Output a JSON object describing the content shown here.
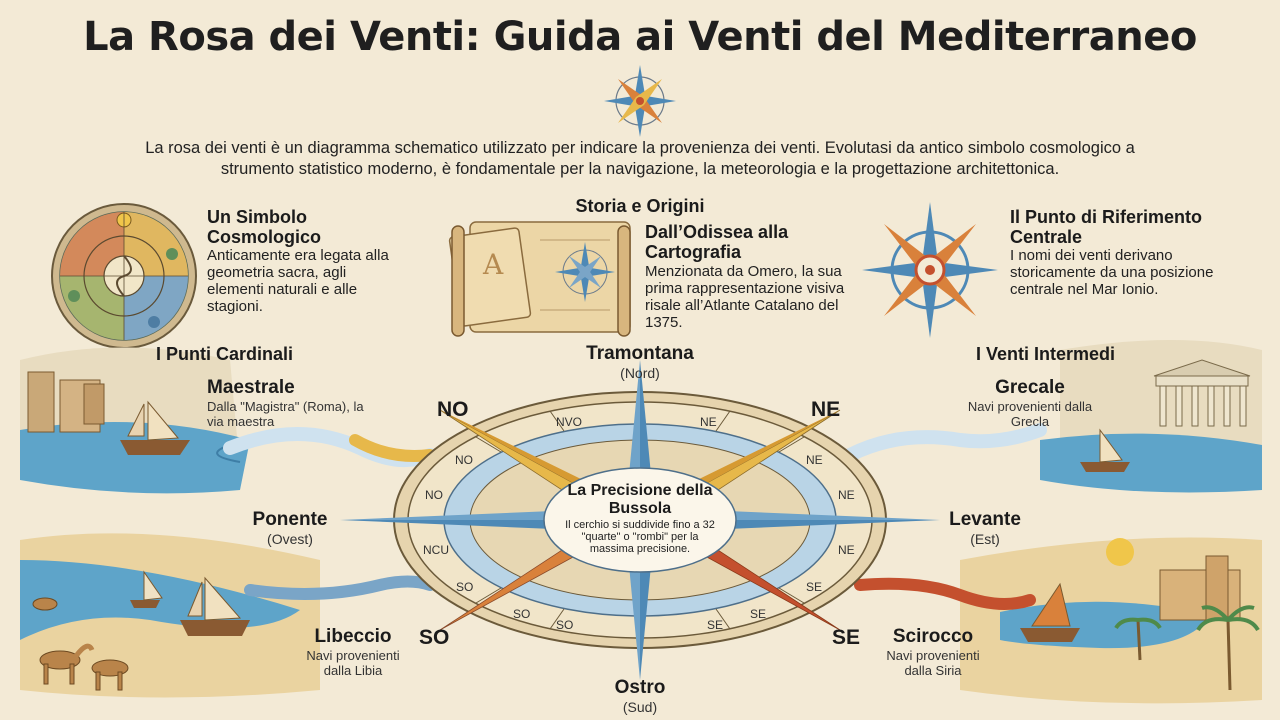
{
  "title": "La Rosa dei Venti: Guida ai Venti del Mediterraneo",
  "intro": "La rosa dei venti è un diagramma schematico utilizzato per indicare la provenienza dei venti. Evolutasi da antico simbolo cosmologico a strumento statistico moderno, è fondamentale per la navigazione, la meteorologia e la progettazione architettonica.",
  "sections": {
    "cosmo": {
      "title": "Un Simbolo Cosmologico",
      "text": "Anticamente era legata alla geometria sacra, agli elementi naturali e alle stagioni."
    },
    "history": {
      "heading": "Storia e Origini",
      "title": "Dall’Odissea alla Cartografia",
      "text": "Menzionata da Omero, la sua prima rappresentazione visiva risale all’Atlante Catalano del 1375."
    },
    "reference": {
      "title": "Il Punto di Riferimento Centrale",
      "text": "I nomi dei venti derivano storicamente da una posizione centrale nel Mar Ionio."
    },
    "cardinal": {
      "title": "I Punti Cardinali"
    },
    "intermediate": {
      "title": "I Venti Intermedi"
    }
  },
  "winds": {
    "tramontana": {
      "name": "Tramontana",
      "dir": "(Nord)"
    },
    "ostro": {
      "name": "Ostro",
      "dir": "(Sud)"
    },
    "ponente": {
      "name": "Ponente",
      "dir": "(Ovest)"
    },
    "levante": {
      "name": "Levante",
      "dir": "(Est)"
    },
    "maestrale": {
      "name": "Maestrale",
      "desc": "Dalla \"Magistra\" (Roma), la via maestra"
    },
    "grecale": {
      "name": "Grecale",
      "desc": "Navi provenienti dalla Grecla"
    },
    "libeccio": {
      "name": "Libeccio",
      "desc": "Navi provenienti dalla Libia"
    },
    "scirocco": {
      "name": "Scirocco",
      "desc": "Navi provenienti dalla Siria"
    }
  },
  "directions": {
    "no": "NO",
    "ne": "NE",
    "so": "SO",
    "se": "SE"
  },
  "center": {
    "title": "La Precisione della Bussola",
    "text": "Il cerchio si suddivide fino a 32 \"quarte\" o \"rombi\" per la massima precisione."
  },
  "ring_labels": {
    "top_left": "NVO",
    "top_right": "NE",
    "left_1": "NO",
    "left_2": "NO",
    "left_3": "NCU",
    "left_4": "SO",
    "right_1": "NE",
    "right_2": "NE",
    "right_3": "NE",
    "right_4": "SE",
    "bottom_1": "SO",
    "bottom_2": "SO",
    "bottom_3": "SE",
    "bottom_4": "SE"
  },
  "illustration_letter": "A",
  "colors": {
    "background": "#f3ead6",
    "star_blue": "#4e89b6",
    "star_orange": "#d9813b",
    "star_yellow": "#e7b84a",
    "star_red": "#c4502e",
    "sea": "#5ea4c9"
  }
}
